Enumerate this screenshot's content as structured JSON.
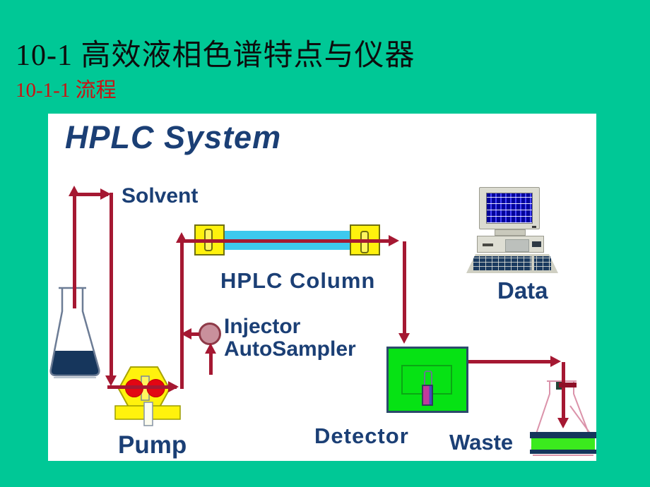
{
  "slide": {
    "title": "10-1  高效液相色谱特点与仪器",
    "subtitle": "10-1-1 流程"
  },
  "diagram": {
    "title": "HPLC System",
    "labels": {
      "solvent": "Solvent",
      "column": "HPLC Column",
      "injector": "Injector",
      "autosampler": "AutoSampler",
      "pump": "Pump",
      "detector": "Detector",
      "data": "Data",
      "waste": "Waste"
    },
    "icons": {
      "solvent_flask": "erlenmeyer-flask-with-navy-liquid",
      "pump": "yellow-hexagon-pump-with-two-red-pistons",
      "injector": "pink-circle-valve",
      "column": "cyan-tube-with-yellow-end-fittings",
      "detector": "green-box-with-magenta-flow-cell",
      "data_station": "desktop-computer-with-blue-screen",
      "waste_flask": "erlenmeyer-flask-with-green-liquid",
      "flow": "dark-red-arrows"
    },
    "colors": {
      "background_teal": "#00C896",
      "panel_white": "#FFFFFF",
      "flow_line_red": "#A51832",
      "component_yellow": "#FFF20D",
      "column_cyan": "#3EC9EE",
      "detector_green": "#06E214",
      "injector_pink": "#C9909C",
      "label_navy": "#1B3F75",
      "subtitle_red": "#CC1111",
      "pump_piston_red": "#E30613",
      "flow_cell_magenta": "#C13A9B",
      "solvent_liquid_navy": "#16365C",
      "waste_liquid_green": "#3BEA1E"
    }
  }
}
